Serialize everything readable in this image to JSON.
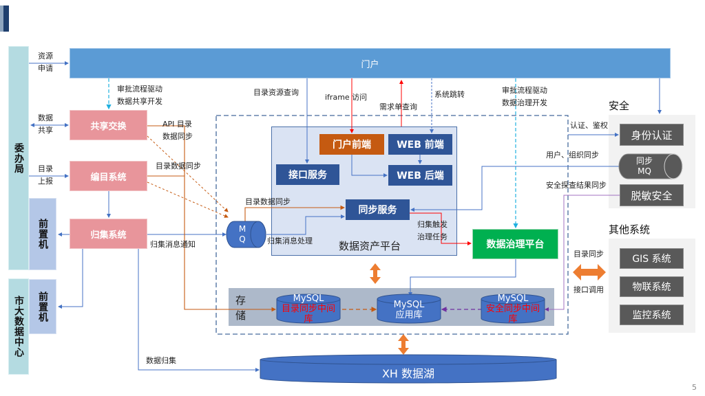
{
  "slide": {
    "page_number": "5"
  },
  "portal": {
    "label": "门户"
  },
  "left_orgs": {
    "committee": "委办局",
    "city_data_center": "市大数据中心",
    "front_machine_1": "前置机",
    "front_machine_2": "前置机"
  },
  "left_edge_labels": {
    "resource_apply": [
      "资源",
      "申请"
    ],
    "data_share": [
      "数据",
      "共享"
    ],
    "catalog_report": [
      "目录",
      "上报"
    ]
  },
  "left_systems": {
    "share_exchange": "共享交换",
    "catalog_system": "编目系统",
    "collection_system": "归集系统"
  },
  "flow_labels": {
    "approval_share": [
      "审批流程驱动",
      "数据共享开发"
    ],
    "api_catalog_sync": [
      "API 目录",
      "数据同步"
    ],
    "catalog_data_sync_1": "目录数据同步",
    "collection_msg_notify": "归集消息通知",
    "catalog_data_sync_2": "目录数据同步",
    "collection_msg_process": "归集消息处理",
    "catalog_resource_query": "目录资源查询",
    "iframe_access": "iframe 访问",
    "demand_query": "需求单查询",
    "system_jump": "系统跳转",
    "approval_governance": [
      "审批流程驱动",
      "数据治理开发"
    ],
    "collection_trigger": [
      "归集触发",
      "治理任务"
    ],
    "auth": "认证、鉴权",
    "user_org_sync": "用户、组织同步",
    "security_scan_sync": "安全探查结果同步",
    "catalog_sync": "目录同步",
    "interface_call": "接口调用",
    "data_collection": "数据归集"
  },
  "mq": {
    "label": [
      "M",
      "Q"
    ]
  },
  "asset_platform": {
    "title": "数据资产平台",
    "portal_frontend": "门户前端",
    "web_frontend": "WEB 前端",
    "web_backend": "WEB 后端",
    "interface_service": "接口服务",
    "sync_service": "同步服务"
  },
  "governance_platform": {
    "label": "数据治理平台"
  },
  "storage": {
    "title": [
      "存",
      "储"
    ],
    "catalog_db": {
      "name": "MySQL",
      "desc": "目录同步中间库"
    },
    "app_db": {
      "name": "MySQL",
      "desc": "应用库"
    },
    "security_db": {
      "name": "MySQL",
      "desc": "安全同步中间库"
    }
  },
  "data_lake": {
    "label": "XH 数据湖"
  },
  "security": {
    "title": "安全",
    "identity_auth": "身份认证",
    "sync_mq": [
      "同步",
      "MQ"
    ],
    "desensitization": "脱敏安全"
  },
  "other_systems": {
    "title": "其他系统",
    "items": [
      "GIS 系统",
      "物联系统",
      "监控系统"
    ]
  },
  "colors": {
    "portal_blue": "#5b9bd5",
    "pink_system": "#e8959b",
    "navy": "#2f5597",
    "orange_portal_frontend": "#c55a11",
    "green_governance": "#00b050",
    "storage_gray": "#adb9ca",
    "db_blue": "#4472c4",
    "dark_gray_box": "#595959",
    "arrow_orange": "#ed7d31"
  }
}
